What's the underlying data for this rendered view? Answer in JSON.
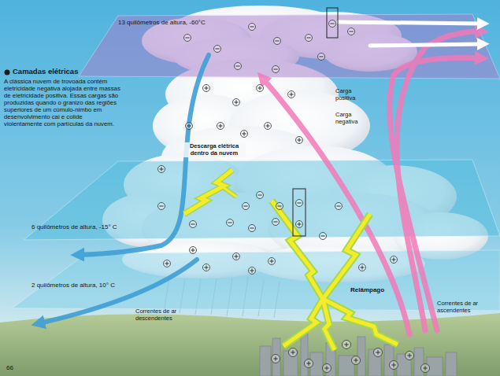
{
  "diagram": {
    "title": "Camadas elétricas",
    "caption": "A clássica nuvem de trovoada contém eletricidade negativa alojada entre massas de eletricidade positiva. Essas cargas são produzidas quando o granizo das regiões superiores de um cúmulo-nimbo em desenvolvimento cai e colide violentamente com partículas da nuvem.",
    "labels": [
      "13 quilômetros de altura, -60°C",
      "Descarga elétrica dentro da nuvem",
      "Carga positiva",
      "Carga negativa",
      "6 quilômetros de altura, -15° C",
      "2 quilômetros de altura, 10° C",
      "Correntes de ar descendentes",
      "Relâmpago",
      "Correntes de ar ascendentes",
      "66"
    ]
  }
}
